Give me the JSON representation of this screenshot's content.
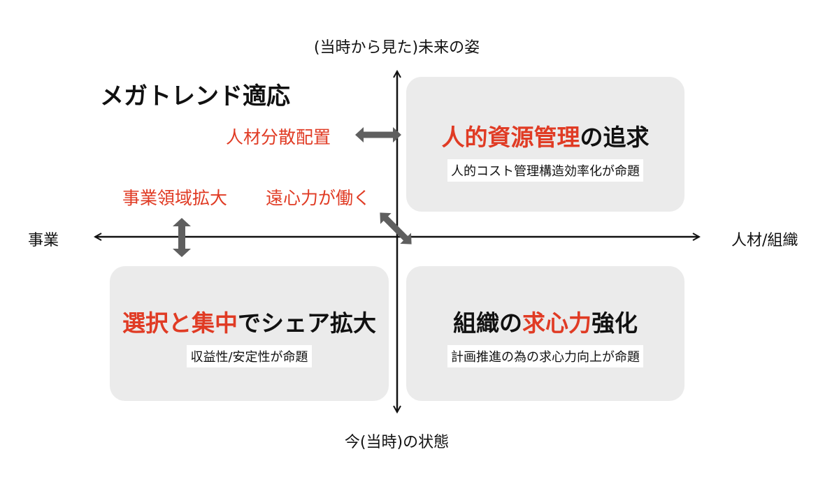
{
  "axes": {
    "top": "(当時から見た)未来の姿",
    "bottom": "今(当時)の状態",
    "left": "事業",
    "right": "人材/組織"
  },
  "title": "メガトレンド適応",
  "notes": {
    "dispersion": "人材分散配置",
    "expansion": "事業領域拡大",
    "centrifugal": "遠心力が働く"
  },
  "quadrants": {
    "top_right": {
      "title_highlight": "人的資源管理",
      "title_rest": "の追求",
      "subtitle": "人的コスト管理構造効率化が命題"
    },
    "bottom_left": {
      "title_highlight": "選択と集中",
      "title_rest": "でシェア拡大",
      "subtitle": "収益性/安定性が命題"
    },
    "bottom_right": {
      "title_start": "組織の",
      "title_highlight": "求心力",
      "title_end": "強化",
      "subtitle": "計画推進の為の求心力向上が命題"
    }
  },
  "colors": {
    "accent_red": "#e03b24",
    "quadrant_bg": "#ebebeb",
    "arrow_gray": "#5f5f5f",
    "axis": "#111111"
  },
  "icons": {
    "double_arrow": "gray-double-headed-arrow"
  }
}
